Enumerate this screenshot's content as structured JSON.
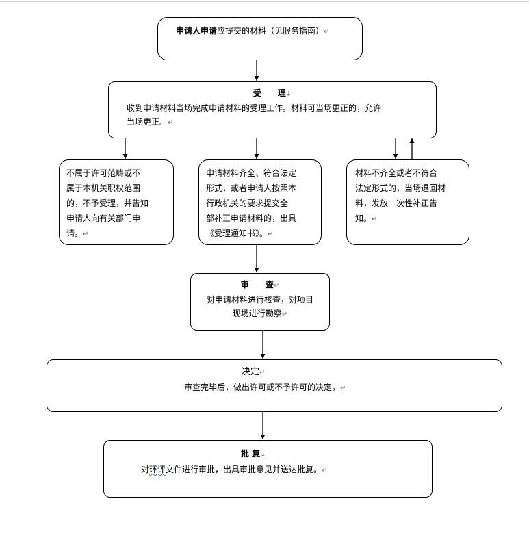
{
  "box1": {
    "title_bold": "申请人申请",
    "title_rest": "应提交的材料（见服务指南）",
    "mark": "↵"
  },
  "box2": {
    "title": "受　　理",
    "title_mark": "↓",
    "line1": "收到申请材料当场完成申请材料的受理工作。材料可当场更正的，允许",
    "line2": "当场更正。",
    "line2_mark": "↵"
  },
  "box3": {
    "lines": [
      "不属于许可范畴或不",
      "属于本机关职权范围",
      "的，不予受理，并告知",
      "申请人向有关部门申",
      "请。"
    ],
    "mark": "↵"
  },
  "box4": {
    "lines": [
      "申请材料齐全、符合法定",
      "形式，或者申请人按照本",
      "行政机关的要求提交全",
      "部补正申请材料的，出具",
      "《受理通知书》。"
    ],
    "mark": "↵"
  },
  "box5": {
    "lines": [
      "材料不齐全或者不符合",
      "法定形式的，当场退回材",
      "料，发放一次性补正告",
      "知。"
    ],
    "mark": "↵"
  },
  "box6": {
    "title": "审　　查",
    "title_mark": "↵",
    "line1": "对申请材料进行核查，对项目",
    "line2": "现场进行勘察",
    "line2_mark": "↵"
  },
  "box7": {
    "title": "决定",
    "title_mark": "↵",
    "line1": "审查完毕后，做出许可或不予许可的决定，",
    "line1_mark": "↵"
  },
  "box8": {
    "title": "批 复",
    "title_mark": "↓",
    "line1_pre": "对",
    "line1_wavy": "环评",
    "line1_rest": "文件进行审批，出具审批意见并送达批复。",
    "line1_mark": "↵"
  }
}
